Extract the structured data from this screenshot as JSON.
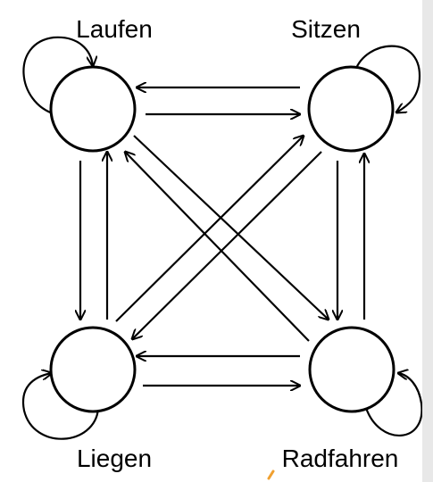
{
  "diagram": {
    "type": "state-transition",
    "colors": {
      "stroke": "#000000",
      "background": "#ffffff",
      "accent_mark": "#f0a030"
    },
    "states": [
      {
        "id": "laufen",
        "label": "Laufen"
      },
      {
        "id": "sitzen",
        "label": "Sitzen"
      },
      {
        "id": "liegen",
        "label": "Liegen"
      },
      {
        "id": "radfahren",
        "label": "Radfahren"
      }
    ],
    "transitions": [
      [
        "laufen",
        "laufen"
      ],
      [
        "sitzen",
        "sitzen"
      ],
      [
        "liegen",
        "liegen"
      ],
      [
        "radfahren",
        "radfahren"
      ],
      [
        "laufen",
        "sitzen"
      ],
      [
        "sitzen",
        "laufen"
      ],
      [
        "liegen",
        "radfahren"
      ],
      [
        "radfahren",
        "liegen"
      ],
      [
        "laufen",
        "liegen"
      ],
      [
        "liegen",
        "laufen"
      ],
      [
        "sitzen",
        "radfahren"
      ],
      [
        "radfahren",
        "sitzen"
      ],
      [
        "laufen",
        "radfahren"
      ],
      [
        "radfahren",
        "laufen"
      ],
      [
        "sitzen",
        "liegen"
      ],
      [
        "liegen",
        "sitzen"
      ]
    ]
  }
}
